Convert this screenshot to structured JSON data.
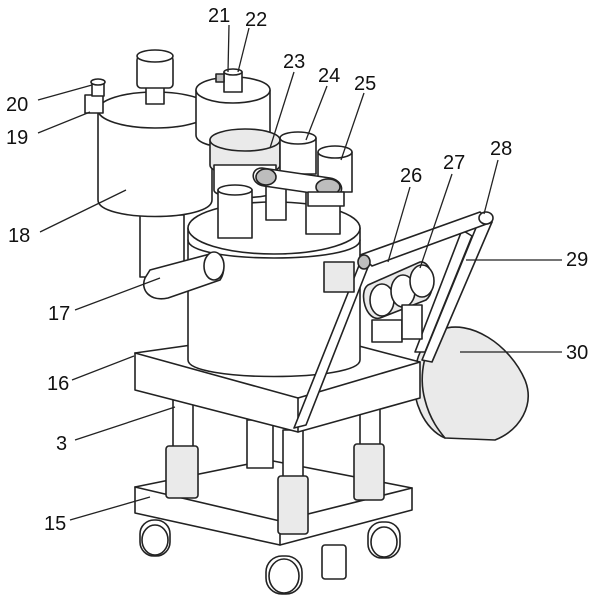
{
  "labels": {
    "l20": "20",
    "l19": "19",
    "l18": "18",
    "l17": "17",
    "l16": "16",
    "l3": "3",
    "l15": "15",
    "l21": "21",
    "l22": "22",
    "l23": "23",
    "l24": "24",
    "l25": "25",
    "l26": "26",
    "l27": "27",
    "l28": "28",
    "l29": "29",
    "l30": "30"
  }
}
